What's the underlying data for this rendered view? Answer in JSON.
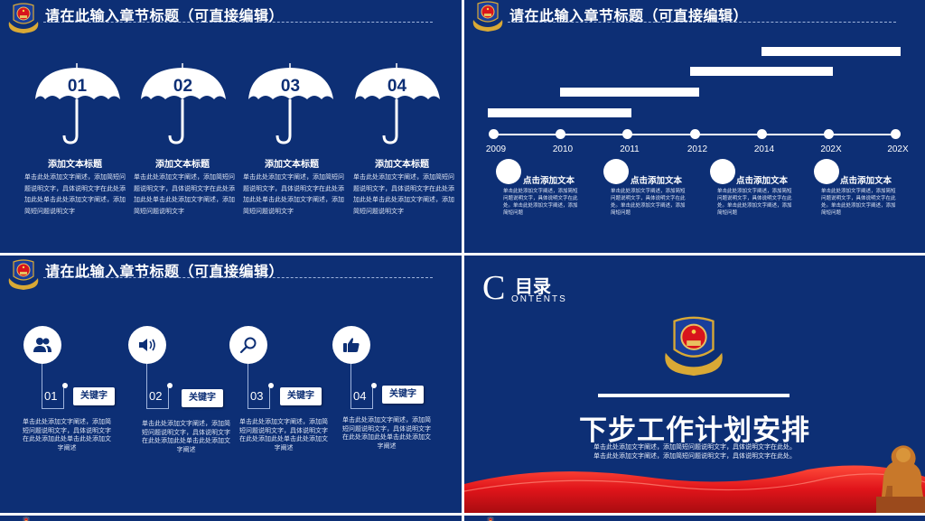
{
  "colors": {
    "background": "#0d2f75",
    "accent_red": "#d8141c",
    "gold": "#d9a935",
    "white": "#ffffff"
  },
  "slides": [
    {
      "id": "umbrella-slide",
      "header": {
        "title": "请在此输入章节标题（可直接编辑）",
        "badge_icon": "police-emblem-icon"
      },
      "items": [
        {
          "num": "01",
          "title": "添加文本标题",
          "desc": "单击此处添加文字阐述，添加简短问题说明文字，具体说明文字在此处添加此处单击此处添加文字阐述，添加简短问题说明文字"
        },
        {
          "num": "02",
          "title": "添加文本标题",
          "desc": "单击此处添加文字阐述，添加简短问题说明文字，具体说明文字在此处添加此处单击此处添加文字阐述，添加简短问题说明文字"
        },
        {
          "num": "03",
          "title": "添加文本标题",
          "desc": "单击此处添加文字阐述，添加简短问题说明文字，具体说明文字在此处添加此处单击此处添加文字阐述，添加简短问题说明文字"
        },
        {
          "num": "04",
          "title": "添加文本标题",
          "desc": "单击此处添加文字阐述，添加简短问题说明文字，具体说明文字在此处添加此处单击此处添加文字阐述，添加简短问题说明文字"
        }
      ]
    },
    {
      "id": "timeline-slide",
      "header": {
        "title": "请在此输入章节标题（可直接编辑）",
        "badge_icon": "police-emblem-icon"
      },
      "years": [
        "2009",
        "2010",
        "2011",
        "2012",
        "2014",
        "202X",
        "202X"
      ],
      "items": [
        {
          "title": "点击添加文本",
          "desc": "单击此处添加文字阐述，添加简短问题说明文字，具体说明文字在此处。单击此处添加文字阐述，添加简短问题"
        },
        {
          "title": "点击添加文本",
          "desc": "单击此处添加文字阐述，添加简短问题说明文字，具体说明文字在此处。单击此处添加文字阐述，添加简短问题"
        },
        {
          "title": "点击添加文本",
          "desc": "单击此处添加文字阐述，添加简短问题说明文字，具体说明文字在此处。单击此处添加文字阐述，添加简短问题"
        },
        {
          "title": "点击添加文本",
          "desc": "单击此处添加文字阐述，添加简短问题说明文字，具体说明文字在此处。单击此处添加文字阐述，添加简短问题"
        }
      ]
    },
    {
      "id": "keyword-slide",
      "header": {
        "title": "请在此输入章节标题（可直接编辑）",
        "badge_icon": "police-emblem-icon"
      },
      "items": [
        {
          "num": "01",
          "icon": "users-icon",
          "tag": "关键字",
          "desc": "单击此处添加文字阐述，添加简短问题说明文字，具体说明文字在此处添加此处单击此处添加文字阐述"
        },
        {
          "num": "02",
          "icon": "speaker-icon",
          "tag": "关键字",
          "desc": "单击此处添加文字阐述，添加简短问题说明文字，具体说明文字在此处添加此处单击此处添加文字阐述"
        },
        {
          "num": "03",
          "icon": "search-icon",
          "tag": "关键字",
          "desc": "单击此处添加文字阐述，添加简短问题说明文字，具体说明文字在此处添加此处单击此处添加文字阐述"
        },
        {
          "num": "04",
          "icon": "thumbs-up-icon",
          "tag": "关键字",
          "desc": "单击此处添加文字阐述，添加简短问题说明文字，具体说明文字在此处添加此处单击此处添加文字阐述"
        }
      ]
    },
    {
      "id": "contents-slide",
      "contents_letter": "C",
      "contents_cn": "目录",
      "contents_en": "ONTENTS",
      "title": "下步工作计划安排",
      "desc": "单击此处添加文字阐述，添加简短问题说明文字，具体说明文字在此处。单击此处添加文字阐述，添加简短问题说明文字，具体说明文字在此处。"
    }
  ]
}
